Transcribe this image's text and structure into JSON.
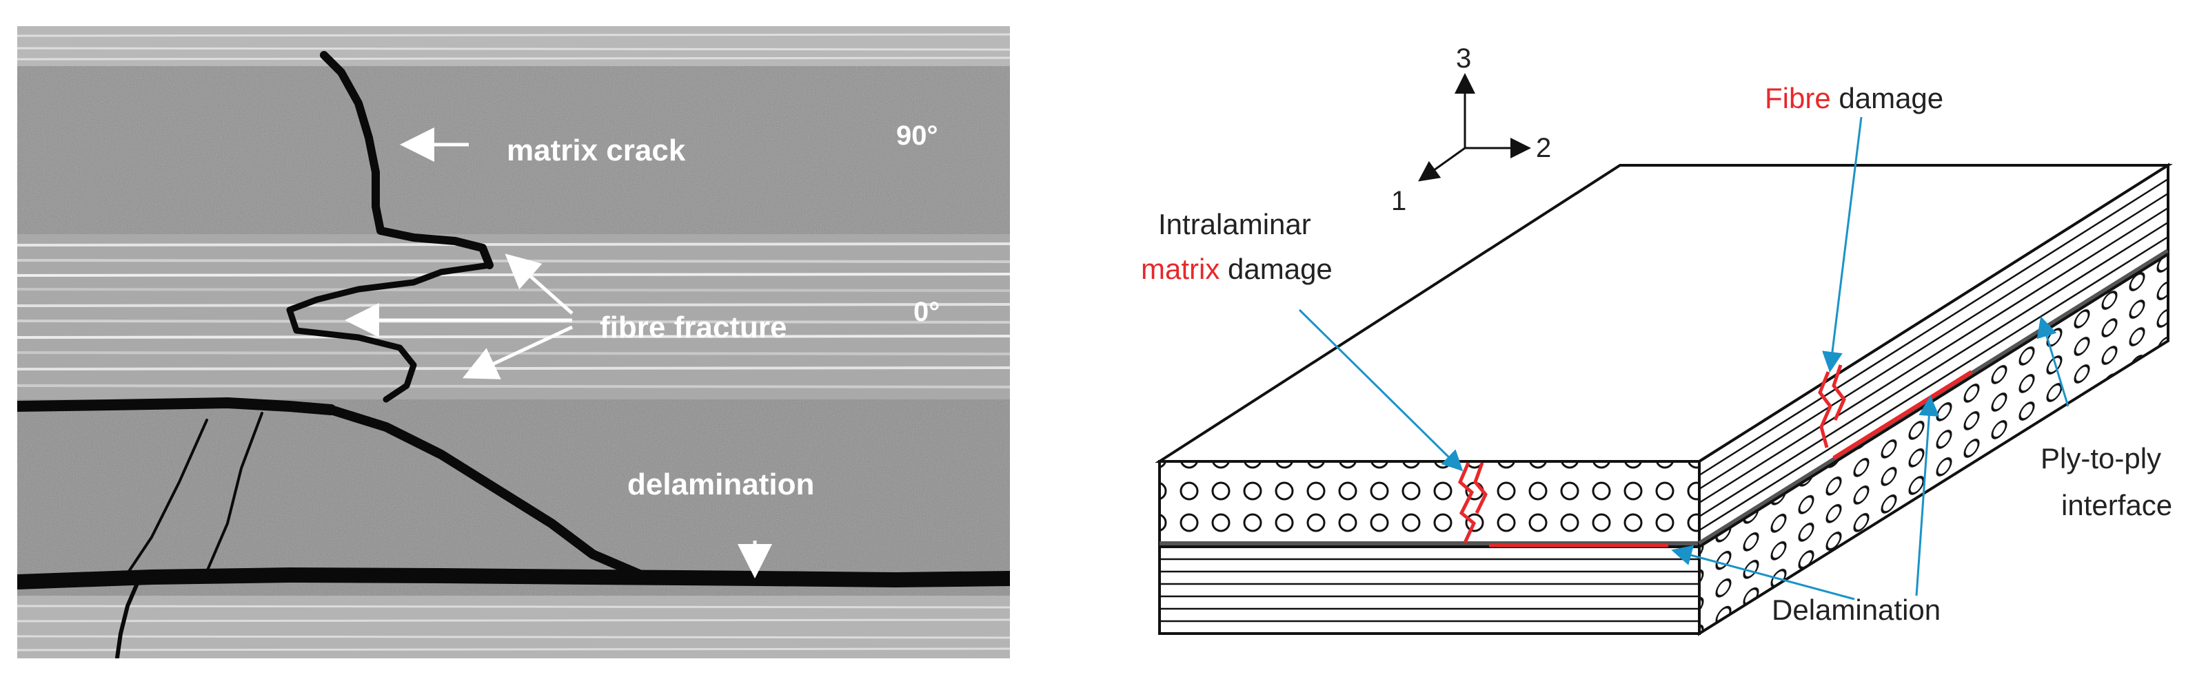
{
  "micrograph": {
    "labels": {
      "matrix_crack": "matrix crack",
      "ply_90": "90°",
      "fibre_fracture": "fibre fracture",
      "ply_0": "0°",
      "delamination": "delamination"
    },
    "colors": {
      "background": "#6e6e6e",
      "crack": "#0a0a0a",
      "text": "#ffffff"
    }
  },
  "schematic": {
    "axes": {
      "axis_3": "3",
      "axis_2": "2",
      "axis_1": "1"
    },
    "labels": {
      "fibre_damage_highlight": "Fibre",
      "fibre_damage_rest": " damage",
      "intralaminar": "Intralaminar",
      "matrix_highlight": "matrix",
      "matrix_rest": " damage",
      "ply_interface_line1": "Ply-to-ply",
      "ply_interface_line2": "interface",
      "delamination": "Delamination"
    },
    "colors": {
      "damage": "#e8282b",
      "leader": "#1a93c9",
      "line": "#111111"
    }
  }
}
